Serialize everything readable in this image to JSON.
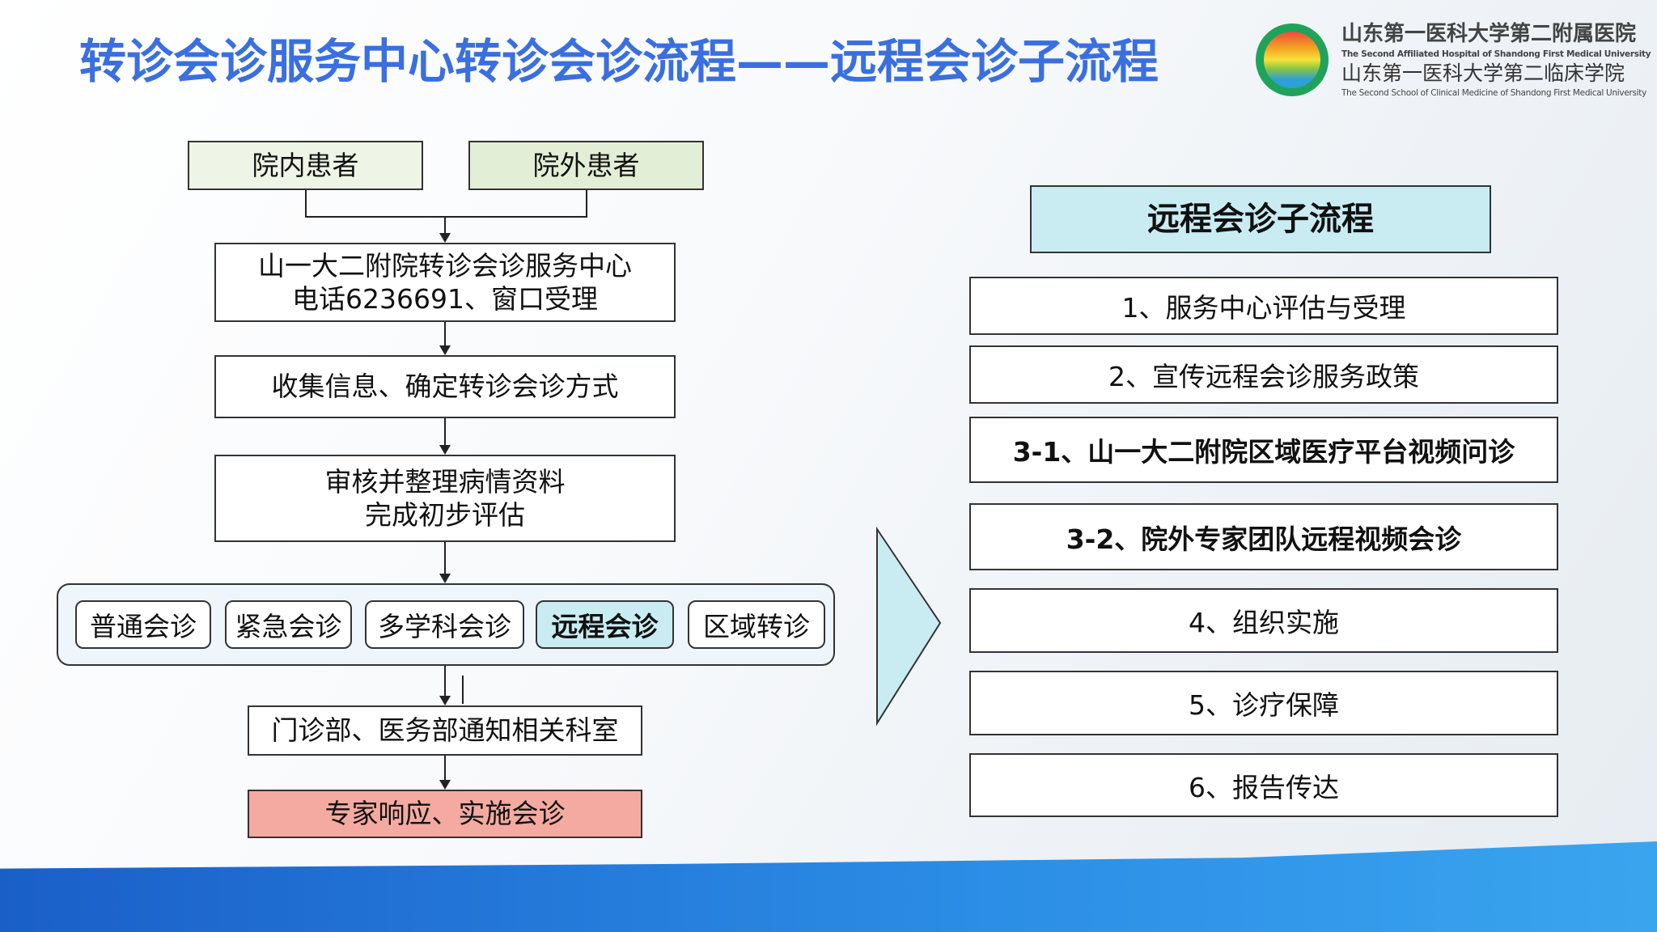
{
  "title": "转诊会诊服务中心转诊会诊流程——远程会诊子流程",
  "org": {
    "name_cn": "山东第一医科大学第二附属医院",
    "name_en": "The Second Affiliated Hospital of Shandong First Medical University",
    "school_cn": "山东第一医科大学第二临床学院",
    "school_en": "The Second School of Clinical Medicine of Shandong First Medical University"
  },
  "flow": {
    "inpatient": "院内患者",
    "outpatient": "院外患者",
    "center_line1": "山一大二附院转诊会诊服务中心",
    "center_line2": "电话6236691、窗口受理",
    "collect": "收集信息、确定转诊会诊方式",
    "review_line1": "审核并整理病情资料",
    "review_line2": "完成初步评估",
    "types": [
      "普通会诊",
      "紧急会诊",
      "多学科会诊",
      "远程会诊",
      "区域转诊"
    ],
    "notify": "门诊部、医务部通知相关科室",
    "expert": "专家响应、实施会诊"
  },
  "sub": {
    "title": "远程会诊子流程",
    "steps": [
      "1、服务中心评估与受理",
      "2、宣传远程会诊服务政策",
      "3-1、山一大二附院区域医疗平台视频问诊",
      "3-2、院外专家团队远程视频会诊",
      "4、组织实施",
      "5、诊疗保障",
      "6、报告传达"
    ]
  }
}
